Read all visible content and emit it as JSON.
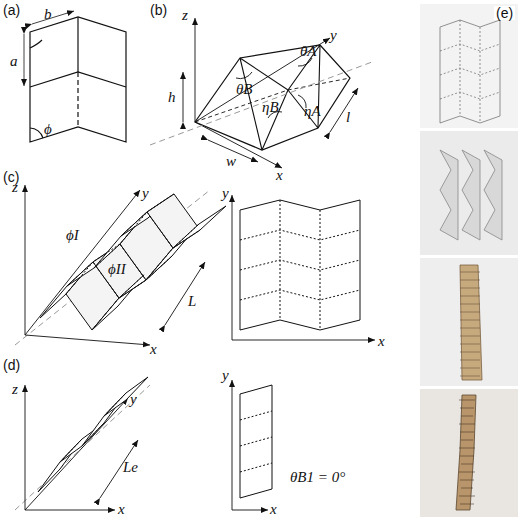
{
  "diagram": {
    "labels": [
      "(a)",
      "a",
      "b",
      "ϕ",
      "(b)",
      "z",
      "y",
      "θA",
      "ηA",
      "θB",
      "ηB",
      "h",
      "w",
      "l",
      "x",
      "(c)",
      "z",
      "y",
      "ϕI",
      "ϕII",
      "L",
      "x",
      "y",
      "x",
      "(d)",
      "z",
      "y",
      "Le",
      "x",
      "y",
      "θB1 = 0°",
      "x",
      "(e)"
    ]
  }
}
